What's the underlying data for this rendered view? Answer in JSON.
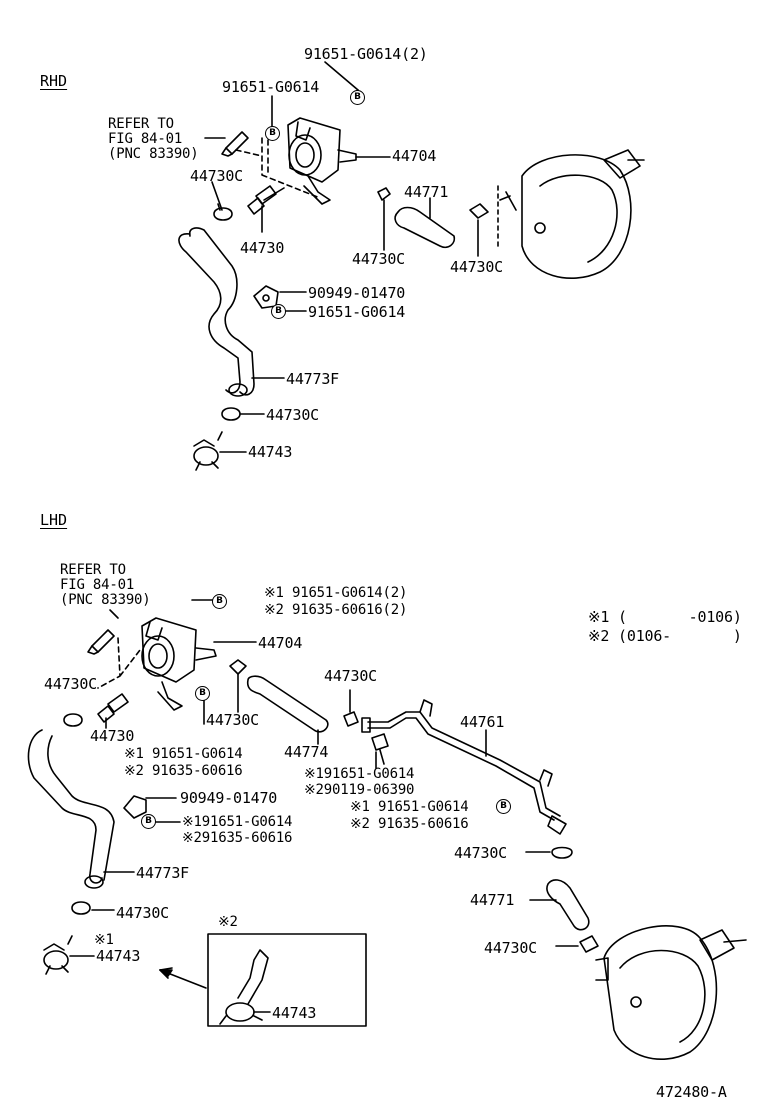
{
  "sections": {
    "rhd": "RHD",
    "lhd": "LHD"
  },
  "badge_letter": "B",
  "rhd": {
    "refer": [
      "REFER TO",
      "FIG 84-01",
      "(PNC 83390)"
    ],
    "labels": {
      "p91651_top": "91651-G0614(2)",
      "p91651_mid": "91651-G0614",
      "p44704": "44704",
      "p44730c_a": "44730C",
      "p44771": "44771",
      "p44730": "44730",
      "p44730c_b": "44730C",
      "p44730c_c": "44730C",
      "p90949": "90949-01470",
      "p91651_low": "91651-G0614",
      "p44773f": "44773F",
      "p44730c_d": "44730C",
      "p44743": "44743"
    }
  },
  "lhd": {
    "refer": [
      "REFER TO",
      "FIG 84-01",
      "(PNC 83390)"
    ],
    "labels": {
      "top1": "※1 91651-G0614(2)",
      "top2": "※2 91635-60616(2)",
      "p44704": "44704",
      "p44730c_a": "44730C",
      "p44730": "44730",
      "p44730c_b": "44730C",
      "p44774": "44774",
      "p44730c_c": "44730C",
      "p44761": "44761",
      "brk1": "※1 91651-G0614",
      "brk2": "※2 91635-60616",
      "mid1": "※191651-G0614",
      "mid2": "※290119-06390",
      "right1": "※1 91651-G0614",
      "right2": "※2 91635-60616",
      "p90949": "90949-01470",
      "low1": "※191651-G0614",
      "low2": "※291635-60616",
      "p44773f": "44773F",
      "p44730c_d": "44730C",
      "p44730c_e": "44730C",
      "p44771": "44771",
      "p44730c_f": "44730C",
      "mark1": "※1",
      "p44743": "44743",
      "inset_mark": "※2",
      "inset_44743": "44743"
    }
  },
  "legend": {
    "row1": "※1 (       -0106)",
    "row2": "※2 (0106-       )"
  },
  "figure_id": "472480-A"
}
